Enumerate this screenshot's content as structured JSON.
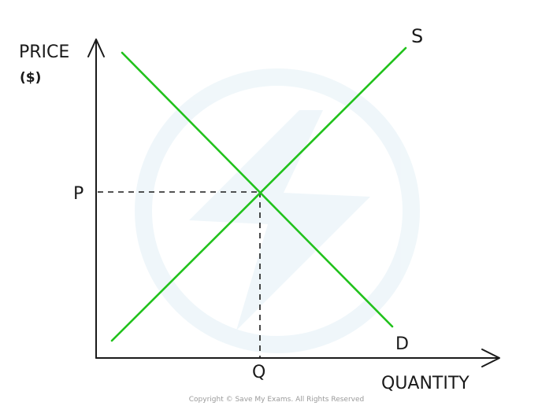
{
  "diagram": {
    "y_axis_label": "PRICE",
    "y_axis_unit": "($)",
    "x_axis_label": "QUANTITY",
    "price_label": "P",
    "quantity_label": "Q",
    "supply_label": "S",
    "demand_label": "D",
    "curve_color": "#21c21c",
    "copyright": "Copyright © Save My Exams. All Rights Reserved"
  }
}
